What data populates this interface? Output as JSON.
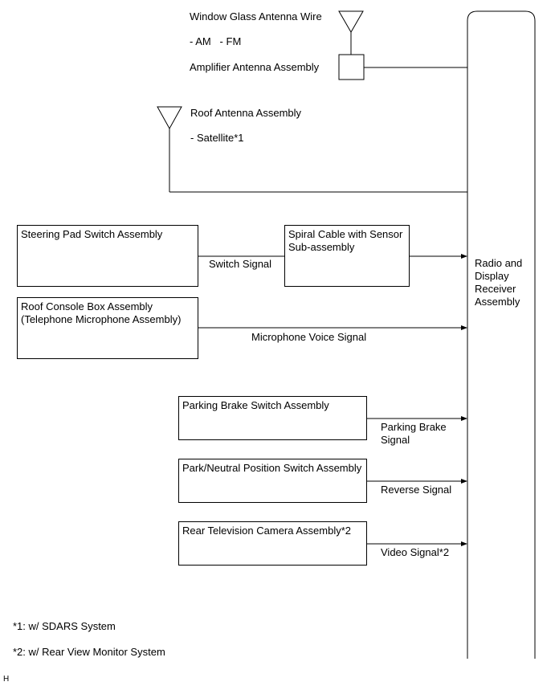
{
  "receiver": {
    "label": "Radio and\nDisplay\nReceiver\nAssembly"
  },
  "antenna": {
    "window_wire_label": "Window Glass Antenna Wire",
    "bands_label": "- AM   - FM",
    "amplifier_label": "Amplifier Antenna Assembly",
    "roof_label": "Roof Antenna Assembly",
    "satellite_label": "- Satellite*1"
  },
  "components": {
    "steering_pad": "Steering Pad Switch Assembly",
    "spiral_cable": "Spiral Cable with Sensor\nSub-assembly",
    "roof_console": "Roof Console Box Assembly\n(Telephone Microphone Assembly)",
    "parking_brake": "Parking Brake Switch Assembly",
    "park_neutral": "Park/Neutral Position Switch Assembly",
    "rear_camera": "Rear Television Camera Assembly*2"
  },
  "signals": {
    "switch": "Switch Signal",
    "microphone": "Microphone Voice Signal",
    "parking_brake": "Parking Brake\nSignal",
    "reverse": "Reverse Signal",
    "video": "Video Signal*2"
  },
  "notes": {
    "note1": "*1: w/ SDARS System",
    "note2": "*2: w/ Rear View Monitor System",
    "corner": "H"
  }
}
